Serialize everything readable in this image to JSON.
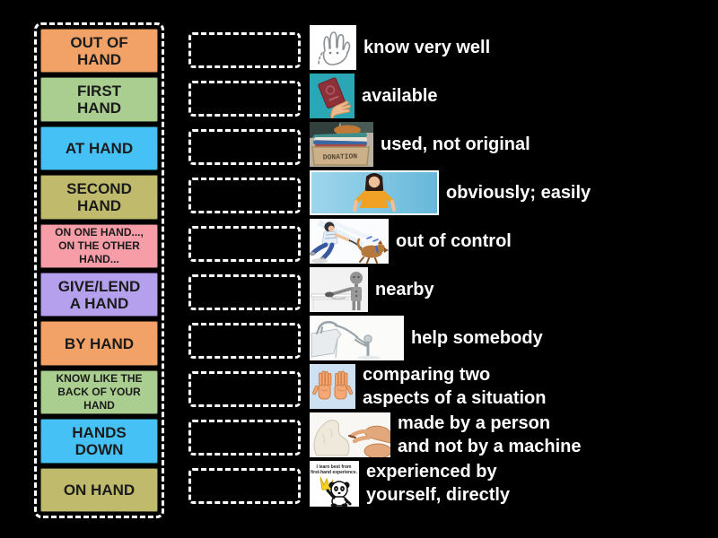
{
  "page": {
    "background": "#000000"
  },
  "terms": {
    "items": [
      {
        "label": "OUT OF HAND",
        "color": "#F2A266"
      },
      {
        "label": "FIRST HAND",
        "color": "#A9CE90"
      },
      {
        "label": "AT HAND",
        "color": "#45C1F6"
      },
      {
        "label": "SECOND HAND",
        "color": "#BFBA6C"
      },
      {
        "label": "ON ONE HAND..., ON THE OTHER HAND...",
        "color": "#F79DA8"
      },
      {
        "label": "GIVE/LEND A HAND",
        "color": "#B5A0EE"
      },
      {
        "label": "BY HAND",
        "color": "#F2A266"
      },
      {
        "label": "KNOW LIKE THE BACK OF YOUR HAND",
        "color": "#A9CE90"
      },
      {
        "label": "HANDS DOWN",
        "color": "#45C1F6"
      },
      {
        "label": "ON HAND",
        "color": "#BFBA6C"
      }
    ]
  },
  "defs": {
    "items": [
      {
        "text": "know very well",
        "image": "hand-sketch"
      },
      {
        "text": "available",
        "image": "passport-in-hand"
      },
      {
        "text": "used, not original",
        "image": "donation-box"
      },
      {
        "text": "obviously; easily",
        "image": "woman-pointing-down"
      },
      {
        "text": "out of control",
        "image": "dog-pulling-on-leash"
      },
      {
        "text": "nearby",
        "image": "figure-reaching-on-table"
      },
      {
        "text": "help somebody",
        "image": "helping-up-sketch"
      },
      {
        "text": "comparing two\naspects of a situation",
        "image": "two-open-hands"
      },
      {
        "text": "made by a person\nand not by a machine",
        "image": "hands-sculpting-clay"
      },
      {
        "text": "experienced by\nyourself, directly",
        "image": "panda-first-hand"
      }
    ]
  },
  "images": {
    "donation_label": "DONATION",
    "panda_line1": "I learn best from",
    "panda_line2": "first-hand experience."
  },
  "colors": {
    "slot_border": "#FFFFFF",
    "definition_text": "#FFFFFF",
    "tile_text": "#1B1B1B"
  }
}
